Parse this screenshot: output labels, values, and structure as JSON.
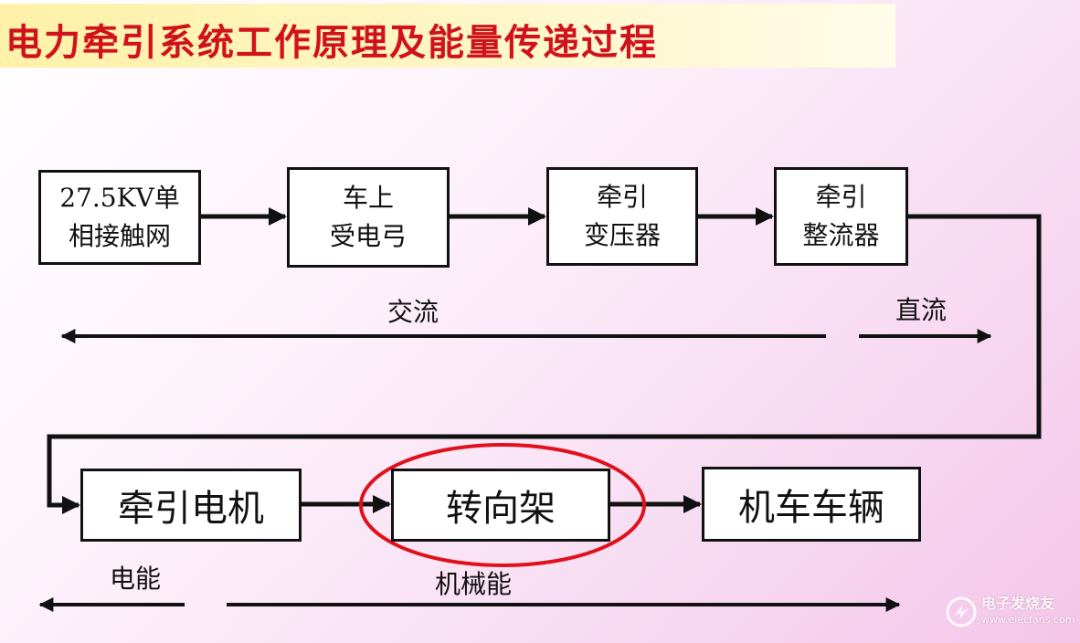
{
  "title": "电力牵引系统工作原理及能量传递过程",
  "boxes": {
    "catenary": {
      "line1": "27.5KV单",
      "line2": "相接触网"
    },
    "pantograph": {
      "line1": "车上",
      "line2": "受电弓"
    },
    "transformer": {
      "line1": "牵引",
      "line2": "变压器"
    },
    "rectifier": {
      "line1": "牵引",
      "line2": "整流器"
    },
    "motor": "牵引电机",
    "bogie": "转向架",
    "vehicle": "机车车辆"
  },
  "labels": {
    "ac": "交流",
    "dc": "直流",
    "electric_energy": "电能",
    "mechanical_energy": "机械能"
  },
  "logo": {
    "cn": "电子发烧友",
    "en": "www.elecfans.com"
  },
  "colors": {
    "title": "#d0121a",
    "highlight_ellipse": "#e0101c",
    "stroke": "#111111"
  }
}
